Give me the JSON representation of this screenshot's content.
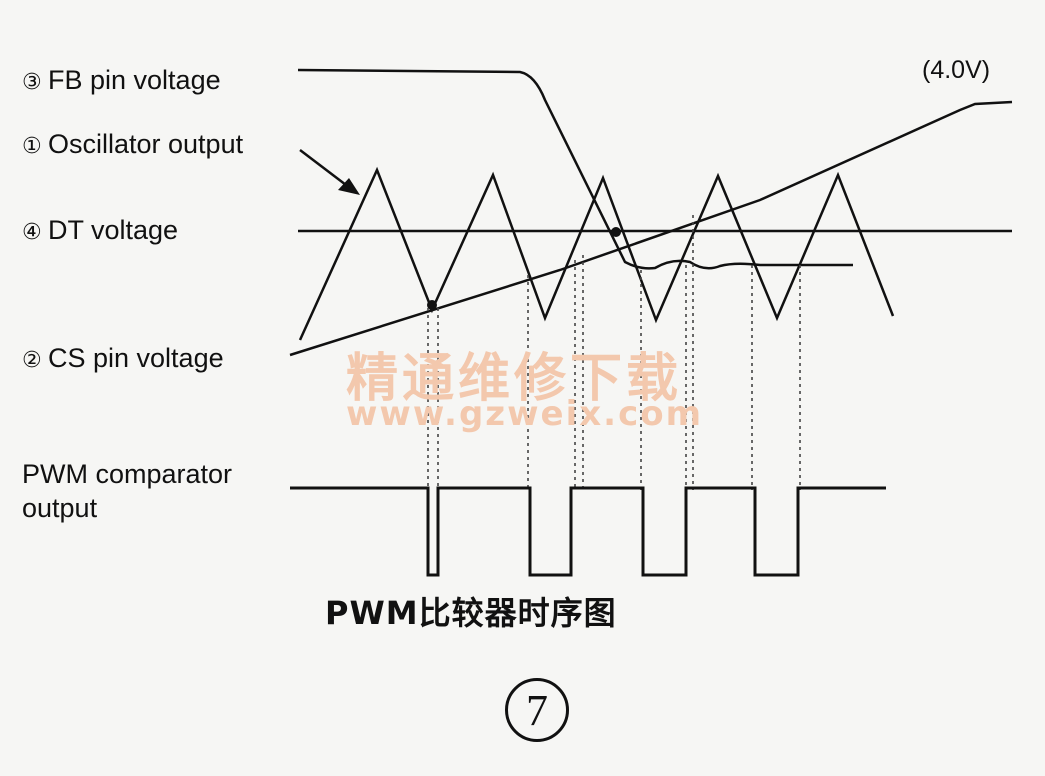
{
  "signals": {
    "fb": {
      "marker": "③",
      "label": "FB pin voltage"
    },
    "osc": {
      "marker": "①",
      "label": "Oscillator output"
    },
    "dt": {
      "marker": "④",
      "label": "DT voltage"
    },
    "cs": {
      "marker": "②",
      "label": "CS pin voltage"
    },
    "pwm": {
      "label_line1": "PWM comparator",
      "label_line2": "output"
    }
  },
  "annotation": "(4.0V)",
  "watermark": {
    "text": "精通维修下载",
    "url": "www.gzweix.com",
    "color": "#f3c8ad"
  },
  "caption": "PWM比较器时序图",
  "figure_number": "7",
  "colors": {
    "ink": "#111111",
    "paper": "#f6f6f4"
  }
}
